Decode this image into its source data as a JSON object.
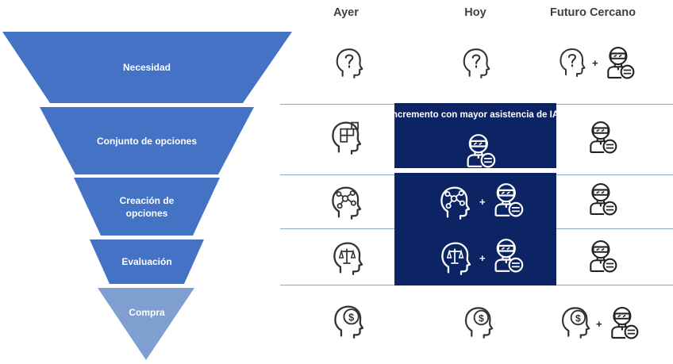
{
  "columns": {
    "ayer": "Ayer",
    "hoy": "Hoy",
    "futuro": "Futuro Cercano"
  },
  "funnel": {
    "stage_1": "Necesidad",
    "stage_2": "Conjunto de opciones",
    "stage_3": "Creación de opciones",
    "stage_4": "Evaluación",
    "stage_5": "Compra"
  },
  "highlight": {
    "title": "ncremento con mayor asistencia de IA"
  },
  "plus": "+",
  "colors": {
    "funnel_main": "#4472c4",
    "funnel_last": "#7f9fd1",
    "highlight_bg": "#0c2464",
    "rule": "#8fa6cc"
  },
  "icons": {
    "ayer": [
      "head-question-icon",
      "head-puzzle-icon",
      "head-network-icon",
      "head-scales-icon",
      "head-coin-icon"
    ],
    "hoy": [
      "head-question-icon",
      "ai-robot-icon",
      "head-network-icon + ai-robot-icon",
      "head-scales-icon + ai-robot-icon",
      "head-coin-icon"
    ],
    "futuro": [
      "head-question-icon + ai-robot-icon",
      "ai-robot-icon",
      "ai-robot-icon",
      "ai-robot-icon",
      "head-coin-icon + ai-robot-icon"
    ]
  }
}
